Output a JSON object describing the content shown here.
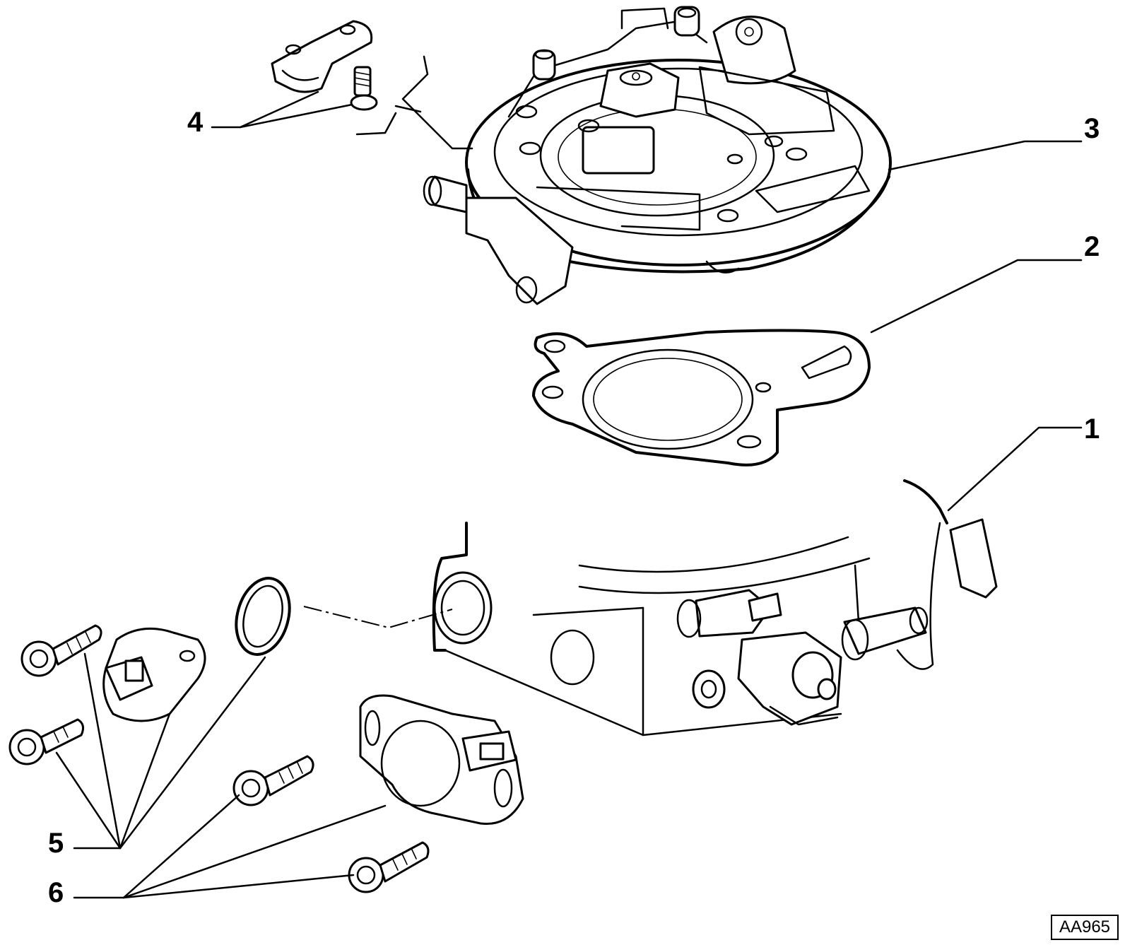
{
  "diagram": {
    "callouts": [
      {
        "id": "1",
        "label": "1"
      },
      {
        "id": "2",
        "label": "2"
      },
      {
        "id": "3",
        "label": "3"
      },
      {
        "id": "4",
        "label": "4"
      },
      {
        "id": "5",
        "label": "5"
      },
      {
        "id": "6",
        "label": "6"
      }
    ],
    "reference_code": "AA965"
  }
}
